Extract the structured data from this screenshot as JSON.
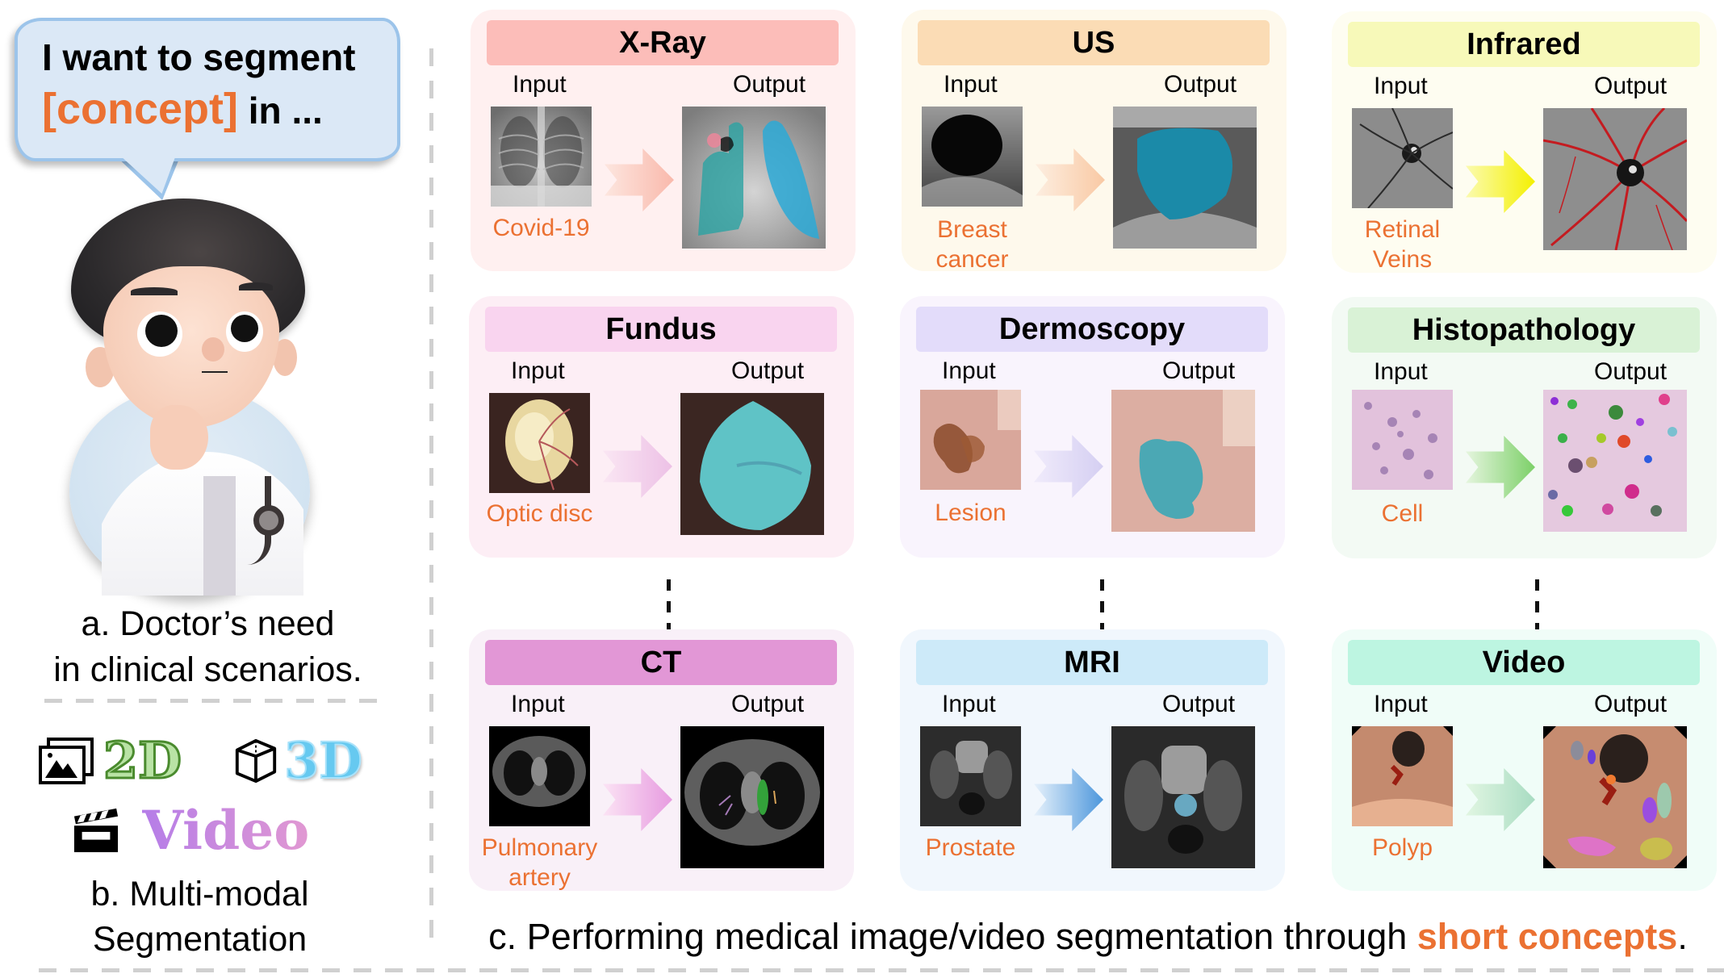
{
  "left_panel": {
    "speech_bubble": {
      "line1": "I want to segment",
      "concept": "[concept]",
      "line2_suffix": " in ..."
    },
    "doctor_illustration": "cartoon doctor thinking, hand on chin, wearing white coat and stethoscope",
    "caption_a": {
      "line1": "a. Doctor’s need",
      "line2": "in clinical scenarios."
    },
    "modalities": [
      {
        "icon": "image-gallery-icon",
        "label": "2D",
        "color": "#b9e3a5",
        "stroke": "#4a8b2e"
      },
      {
        "icon": "cube-icon",
        "label": "3D",
        "color": "#66c9f0"
      },
      {
        "icon": "clapperboard-icon",
        "label": "Video",
        "color_start": "#b57de8",
        "color_end": "#e198d2"
      }
    ],
    "caption_b": {
      "line1": "b. Multi-modal",
      "line2": "Segmentation"
    }
  },
  "common_labels": {
    "input": "Input",
    "output": "Output"
  },
  "cards": [
    {
      "title": "X-Ray",
      "concept_lines": [
        "Covid-19"
      ],
      "card_bg": "#fff0f0",
      "header_bg": "#fcbdb9",
      "arrow_from": "#fde6df",
      "arrow_to": "#f9b9ac"
    },
    {
      "title": "US",
      "concept_lines": [
        "Breast",
        "cancer"
      ],
      "card_bg": "#fef9ec",
      "header_bg": "#fbdcb5",
      "arrow_from": "#fdeee0",
      "arrow_to": "#f9c9a4"
    },
    {
      "title": "Infrared",
      "concept_lines": [
        "Retinal",
        "Veins"
      ],
      "card_bg": "#fefdf1",
      "header_bg": "#f7f9b9",
      "arrow_from": "#fbfbb0",
      "arrow_to": "#f4f000"
    },
    {
      "title": "Fundus",
      "concept_lines": [
        "Optic disc"
      ],
      "card_bg": "#fdeef5",
      "header_bg": "#f9d4ef",
      "arrow_from": "#fae6f3",
      "arrow_to": "#edc1e6"
    },
    {
      "title": "Dermoscopy",
      "concept_lines": [
        "Lesion"
      ],
      "card_bg": "#f9f4fd",
      "header_bg": "#e3dcfa",
      "arrow_from": "#f0ebfb",
      "arrow_to": "#d5cff2"
    },
    {
      "title": "Histopathology",
      "concept_lines": [
        "Cell"
      ],
      "card_bg": "#f3faf4",
      "header_bg": "#d9f2d6",
      "arrow_from": "#e5f5de",
      "arrow_to": "#7cd068"
    },
    {
      "title": "CT",
      "concept_lines": [
        "Pulmonary",
        "artery"
      ],
      "card_bg": "#f9f0f8",
      "header_bg": "#e297d6",
      "arrow_from": "#fbe3f4",
      "arrow_to": "#e79be0"
    },
    {
      "title": "MRI",
      "concept_lines": [
        "Prostate"
      ],
      "card_bg": "#f1f7fd",
      "header_bg": "#cdeaf9",
      "arrow_from": "#e6f1fb",
      "arrow_to": "#4d97dc"
    },
    {
      "title": "Video",
      "concept_lines": [
        "Polyp"
      ],
      "card_bg": "#f0fdf8",
      "header_bg": "#bdf5e1",
      "arrow_from": "#e1f6e2",
      "arrow_to": "#a8dcc2"
    }
  ],
  "caption_c": {
    "prefix": "c. Performing medical image/video segmentation through ",
    "highlight": "short concepts",
    "suffix": "."
  },
  "colors": {
    "accent": "#eb7132",
    "divider": "#d0d0d0"
  }
}
